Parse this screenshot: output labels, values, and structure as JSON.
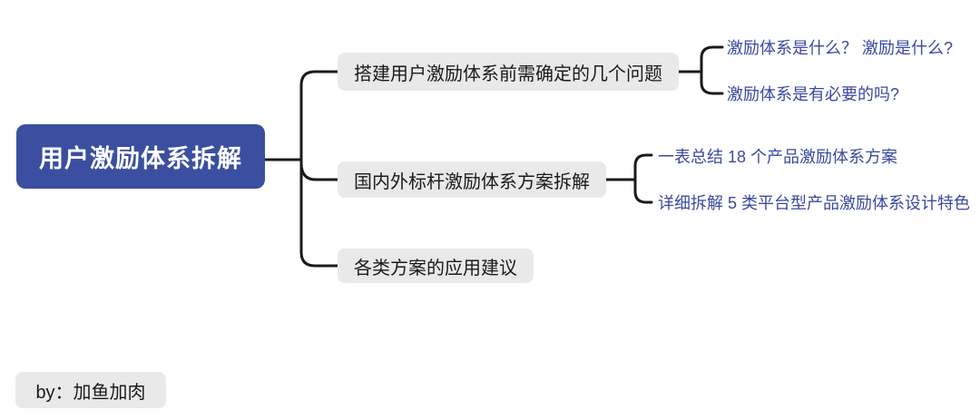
{
  "colors": {
    "root_bg": "#3a4f9f",
    "root_text": "#ffffff",
    "branch_bg": "#e9e9e9",
    "branch_text": "#1a1a1a",
    "leaf_text": "#3a4aa0",
    "connector_line": "#1a1a1a",
    "background": "#ffffff"
  },
  "mindmap": {
    "root": {
      "label": "用户激励体系拆解"
    },
    "branches": [
      {
        "label": "搭建用户激励体系前需确定的几个问题",
        "children": [
          {
            "label": "激励体系是什么？ 激励是什么?"
          },
          {
            "label": "激励体系是有必要的吗?"
          }
        ]
      },
      {
        "label": "国内外标杆激励体系方案拆解",
        "children": [
          {
            "label": "一表总结 18 个产品激励体系方案"
          },
          {
            "label": "详细拆解 5 类平台型产品激励体系设计特色"
          }
        ]
      },
      {
        "label": "各类方案的应用建议",
        "children": []
      }
    ]
  },
  "byline": {
    "label": "by：加鱼加肉"
  }
}
